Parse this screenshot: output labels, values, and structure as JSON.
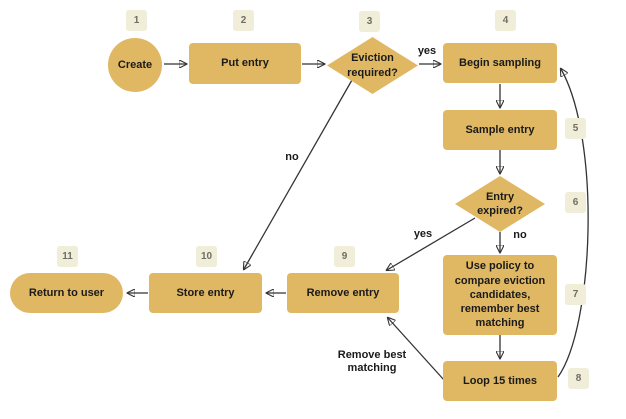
{
  "colors": {
    "background": "#FFFFFF",
    "shape_fill": "#E0B863",
    "badge_fill": "#F0EDD8",
    "badge_text": "#6E6E64",
    "node_text": "#1A1A1A",
    "edge_color": "#333333"
  },
  "nodes": [
    {
      "badge": "1",
      "label": "Create",
      "shape": "circle"
    },
    {
      "badge": "2",
      "label": "Put entry",
      "shape": "rect"
    },
    {
      "badge": "3",
      "label": "Eviction required?",
      "shape": "diamond"
    },
    {
      "badge": "4",
      "label": "Begin sampling",
      "shape": "rect"
    },
    {
      "badge": "5",
      "label": "Sample entry",
      "shape": "rect"
    },
    {
      "badge": "6",
      "label": "Entry expired?",
      "shape": "diamond"
    },
    {
      "badge": "7",
      "label": "Use policy to compare eviction candidates, remember best matching",
      "shape": "rect"
    },
    {
      "badge": "8",
      "label": "Loop 15 times",
      "shape": "rect"
    },
    {
      "badge": "9",
      "label": "Remove entry",
      "shape": "rect"
    },
    {
      "badge": "10",
      "label": "Store entry",
      "shape": "rect"
    },
    {
      "badge": "11",
      "label": "Return to user",
      "shape": "stadium"
    }
  ],
  "edge_labels": {
    "eviction_yes": "yes",
    "eviction_no": "no",
    "expired_yes": "yes",
    "expired_no": "no",
    "loop_to_remove": "Remove best matching"
  },
  "edges": [
    {
      "from": "Create",
      "to": "Put entry"
    },
    {
      "from": "Put entry",
      "to": "Eviction required?"
    },
    {
      "from": "Eviction required?",
      "to": "Begin sampling",
      "label": "yes"
    },
    {
      "from": "Eviction required?",
      "to": "Store entry",
      "label": "no"
    },
    {
      "from": "Begin sampling",
      "to": "Sample entry"
    },
    {
      "from": "Sample entry",
      "to": "Entry expired?"
    },
    {
      "from": "Entry expired?",
      "to": "Remove entry",
      "label": "yes"
    },
    {
      "from": "Entry expired?",
      "to": "Use policy to compare eviction candidates, remember best matching",
      "label": "no"
    },
    {
      "from": "Use policy to compare eviction candidates, remember best matching",
      "to": "Loop 15 times"
    },
    {
      "from": "Loop 15 times",
      "to": "Begin sampling"
    },
    {
      "from": "Loop 15 times",
      "to": "Remove entry",
      "label": "Remove best matching"
    },
    {
      "from": "Remove entry",
      "to": "Store entry"
    },
    {
      "from": "Store entry",
      "to": "Return to user"
    }
  ]
}
